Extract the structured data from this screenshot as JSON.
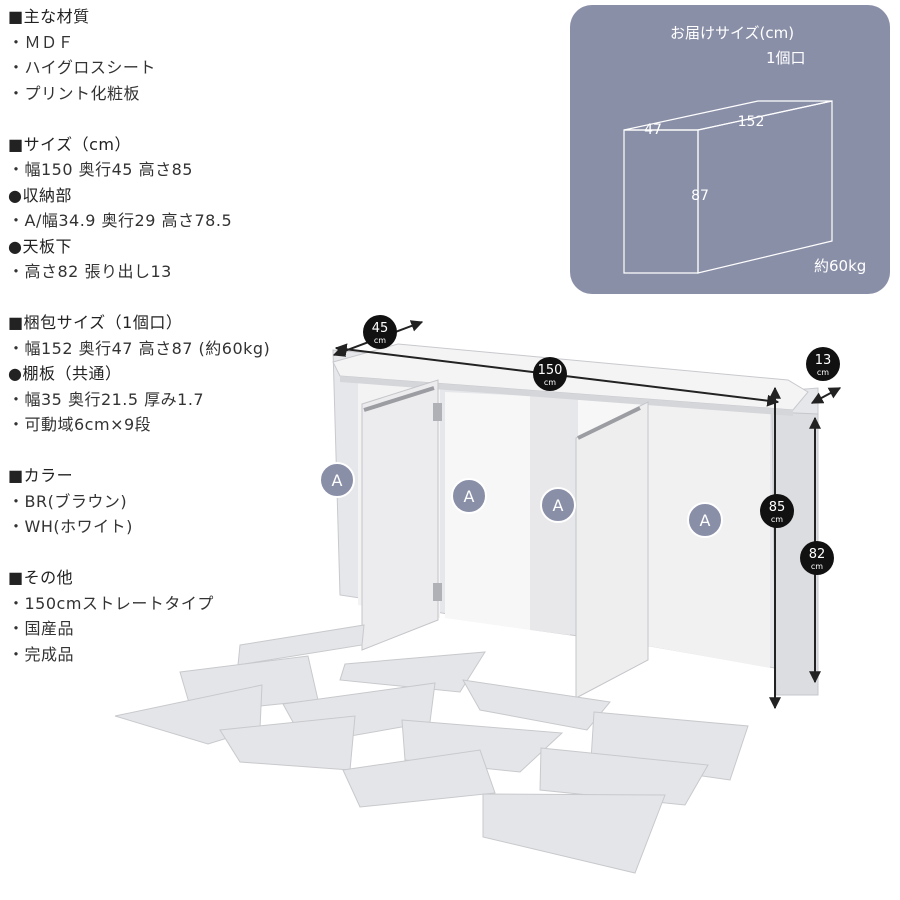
{
  "specs": {
    "material": {
      "title": "■主な材質",
      "lines": [
        "・ＭＤＦ",
        "・ハイグロスシート",
        "・プリント化粧板"
      ]
    },
    "size": {
      "title": "■サイズ（cm）",
      "lines": [
        "・幅150 奥行45 高さ85"
      ],
      "storage_title": "●収納部",
      "storage_lines": [
        "・A/幅34.9 奥行29 高さ78.5"
      ],
      "top_title": "●天板下",
      "top_lines": [
        "・高さ82 張り出し13"
      ]
    },
    "package": {
      "title": "■梱包サイズ（1個口）",
      "lines": [
        "・幅152 奥行47 高さ87 (約60kg)"
      ],
      "shelf_title": "●棚板（共通）",
      "shelf_lines": [
        "・幅35 奥行21.5 厚み1.7",
        "・可動域6cm×9段"
      ]
    },
    "color": {
      "title": "■カラー",
      "lines": [
        "・BR(ブラウン)",
        "・WH(ホワイト)"
      ]
    },
    "other": {
      "title": "■その他",
      "lines": [
        "・150cmストレートタイプ",
        "・国産品",
        "・完成品"
      ]
    }
  },
  "package_box": {
    "title": "お届けサイズ(cm)",
    "count": "1個口",
    "width": "152",
    "depth": "47",
    "height": "87",
    "weight": "約60kg",
    "bg_color": "#8a8fa8"
  },
  "photo": {
    "dims": {
      "depth": {
        "num": "45",
        "unit": "cm"
      },
      "width": {
        "num": "150",
        "unit": "cm"
      },
      "overhang": {
        "num": "13",
        "unit": "cm"
      },
      "height": {
        "num": "85",
        "unit": "cm"
      },
      "under_top": {
        "num": "82",
        "unit": "cm"
      }
    },
    "section_label": "A",
    "accent_color": "#8a8fa8"
  }
}
